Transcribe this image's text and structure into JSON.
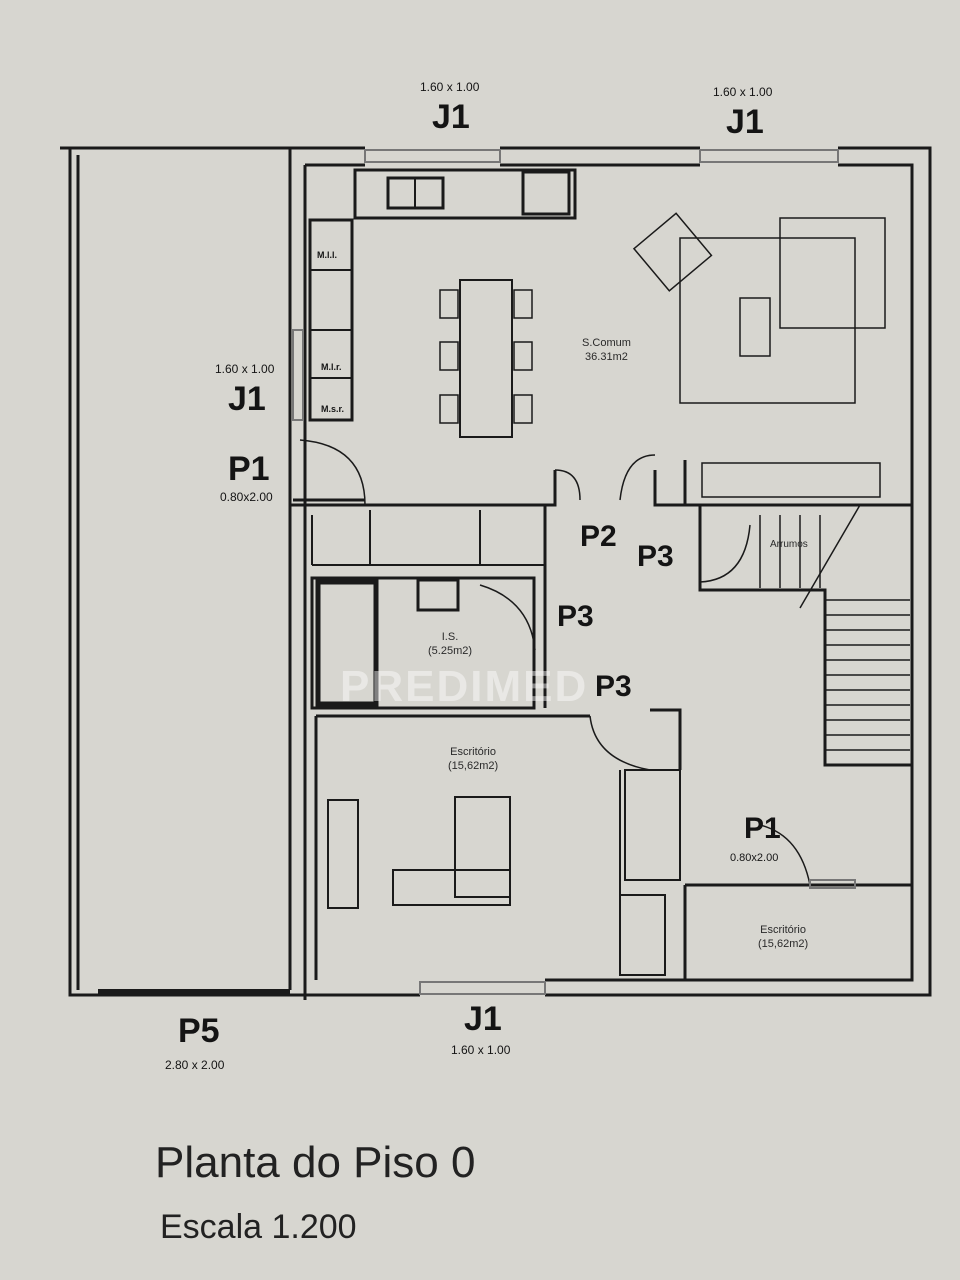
{
  "plan": {
    "title": "Planta do Piso 0",
    "scale": "Escala 1.200",
    "watermark": "PREDIMED"
  },
  "openings": {
    "j1_top_left": {
      "code": "J1",
      "size": "1.60 x 1.00"
    },
    "j1_top_right": {
      "code": "J1",
      "size": "1.60 x 1.00"
    },
    "j1_left": {
      "code": "J1",
      "size": "1.60 x 1.00"
    },
    "j1_bottom": {
      "code": "J1",
      "size": "1.60 x 1.00"
    },
    "p1_left": {
      "code": "P1",
      "size": "0.80x2.00"
    },
    "p1_right": {
      "code": "P1",
      "size": "0.80x2.00"
    },
    "p2": {
      "code": "P2"
    },
    "p3_a": {
      "code": "P3"
    },
    "p3_b": {
      "code": "P3"
    },
    "p3_c": {
      "code": "P3"
    },
    "p5": {
      "code": "P5",
      "size": "2.80 x 2.00"
    }
  },
  "rooms": {
    "common": {
      "name": "S.Comum",
      "area": "36.31m2"
    },
    "wc": {
      "name": "I.S.",
      "area": "(5.25m2)"
    },
    "office": {
      "name": "Escritório",
      "area": "(15,62m2)"
    },
    "office2": {
      "name": "Escritório",
      "area": "(15,62m2)"
    },
    "storage": {
      "name": "Arrumos"
    }
  },
  "appliances": {
    "m1": "M.l.l.",
    "m2": "M.l.r.",
    "m3": "M.s.r."
  }
}
